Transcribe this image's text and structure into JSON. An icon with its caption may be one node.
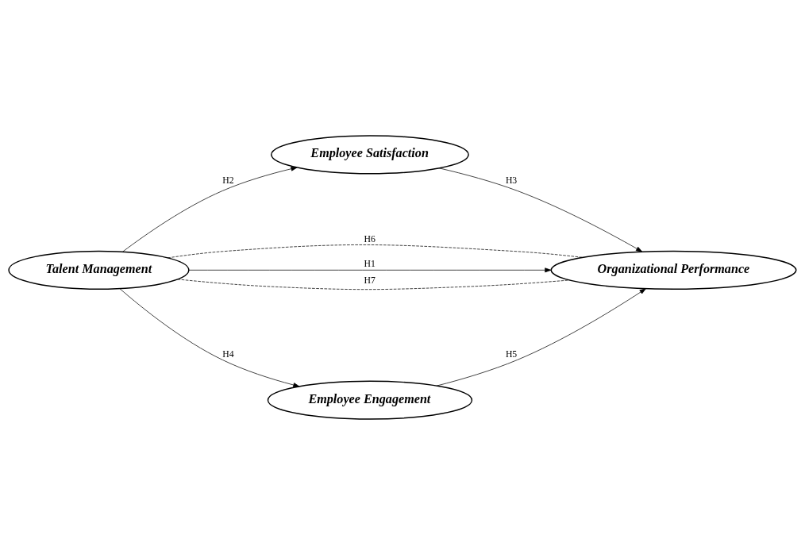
{
  "diagram": {
    "nodes": [
      {
        "text": [
          "Talent Management"
        ]
      },
      {
        "text": [
          "Employee Satisfaction"
        ]
      },
      {
        "text": [
          "Organizational Performance"
        ]
      },
      {
        "text": [
          "Employee Engagement"
        ]
      }
    ],
    "edges": [
      {
        "from": 0,
        "to": 1,
        "arrow": "to",
        "label": "H2"
      },
      {
        "from": 1,
        "to": 2,
        "arrow": "to",
        "label": "H3"
      },
      {
        "from": 0,
        "to": 2,
        "arrow": "none",
        "label": "H6",
        "style": "dashed"
      },
      {
        "from": 0,
        "to": 2,
        "arrow": "to",
        "label": "H1"
      },
      {
        "from": 0,
        "to": 2,
        "arrow": "none",
        "label": "H7",
        "style": "dashed"
      },
      {
        "from": 0,
        "to": 3,
        "arrow": "to",
        "label": "H4"
      },
      {
        "from": 3,
        "to": 2,
        "arrow": "to",
        "label": "H5"
      }
    ]
  }
}
